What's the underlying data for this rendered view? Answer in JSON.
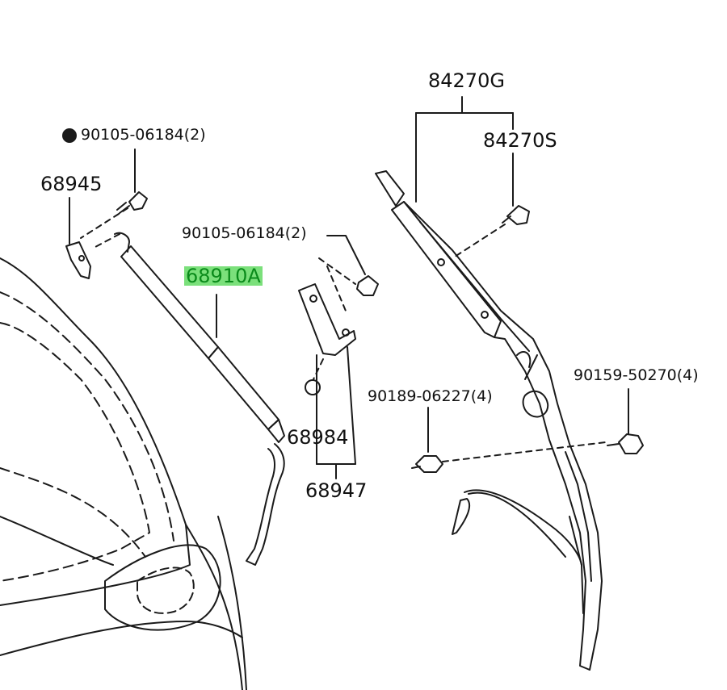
{
  "labels": {
    "p84270G": "84270G",
    "p84270S": "84270S",
    "p90105_top": "90105-06184(2)",
    "p68945": "68945",
    "p90105_mid": "90105-06184(2)",
    "p68910A": "68910A",
    "p68984": "68984",
    "p68947": "68947",
    "p90189": "90189-06227(4)",
    "p90159": "90159-50270(4)"
  },
  "colors": {
    "line": "#1a1a1a",
    "highlight_bg": "#7be07b",
    "highlight_text": "#0a8a1a"
  }
}
